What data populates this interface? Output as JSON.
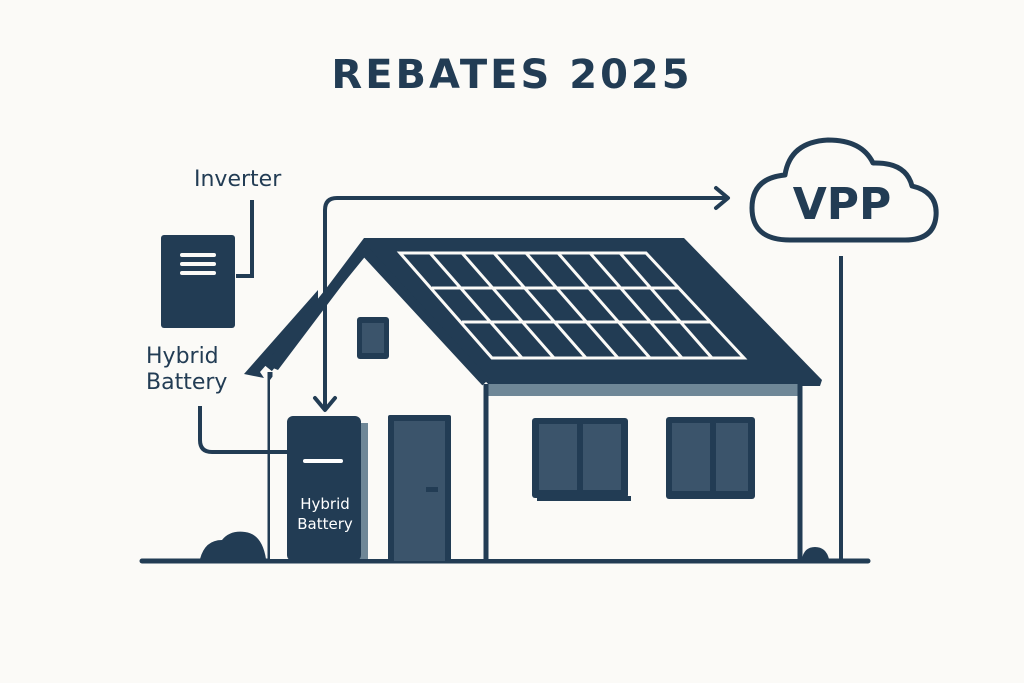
{
  "title": "REBATES 2025",
  "labels": {
    "inverter": "Inverter",
    "hybrid_battery_line1": "Hybrid",
    "hybrid_battery_line2": "Battery",
    "battery_unit_line1": "Hybrid",
    "battery_unit_line2": "Battery",
    "vpp": "VPP"
  },
  "colors": {
    "primary": "#223c54",
    "background": "#fbfaf7",
    "accent_gray": "#6f8797",
    "window_fill": "#3b546b"
  },
  "components": [
    {
      "name": "Inverter",
      "icon": "inverter-box-icon"
    },
    {
      "name": "Hybrid Battery",
      "icon": "battery-unit-icon"
    },
    {
      "name": "Solar Panels",
      "icon": "solar-panel-icon",
      "rows": 3,
      "cols": 8
    },
    {
      "name": "VPP",
      "icon": "cloud-icon"
    },
    {
      "name": "House",
      "icon": "house-icon"
    }
  ],
  "connections": [
    {
      "from": "Hybrid Battery",
      "to": "VPP",
      "type": "arrow"
    },
    {
      "from": "Inverter",
      "to": "Inverter label",
      "type": "line"
    },
    {
      "from": "Hybrid Battery label",
      "to": "Hybrid Battery",
      "type": "line"
    },
    {
      "from": "VPP",
      "to": "ground",
      "type": "line"
    }
  ]
}
